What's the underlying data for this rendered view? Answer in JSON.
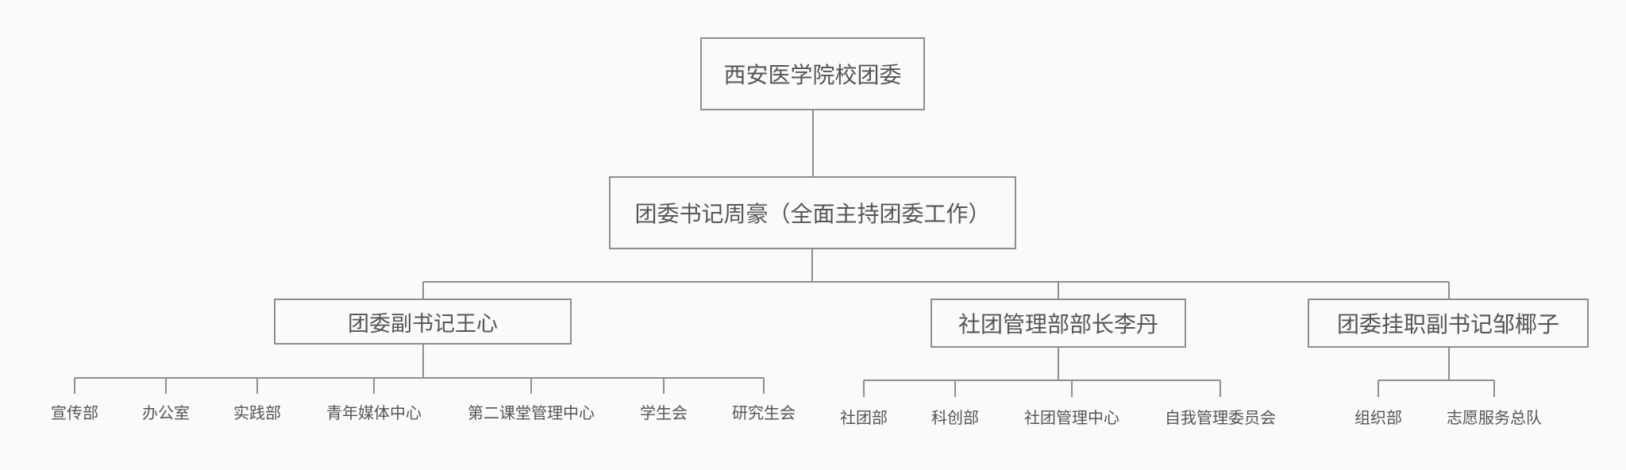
{
  "diagram": {
    "root": {
      "label": "西安医学院校团委"
    },
    "secretary": {
      "label": "团委书记周豪（全面主持团委工作）"
    },
    "branches": [
      {
        "label": "团委副书记王心",
        "departments": [
          "宣传部",
          "办公室",
          "实践部",
          "青年媒体中心",
          "第二课堂管理中心",
          "学生会",
          "研究生会"
        ]
      },
      {
        "label": "社团管理部部长李丹",
        "departments": [
          "社团部",
          "科创部",
          "社团管理中心",
          "自我管理委员会"
        ]
      },
      {
        "label": "团委挂职副书记邹椰子",
        "departments": [
          "组织部",
          "志愿服务总队"
        ]
      }
    ],
    "colors": {
      "line": "#8e8e8e",
      "text": "#555555",
      "background": "#fafafa"
    }
  }
}
